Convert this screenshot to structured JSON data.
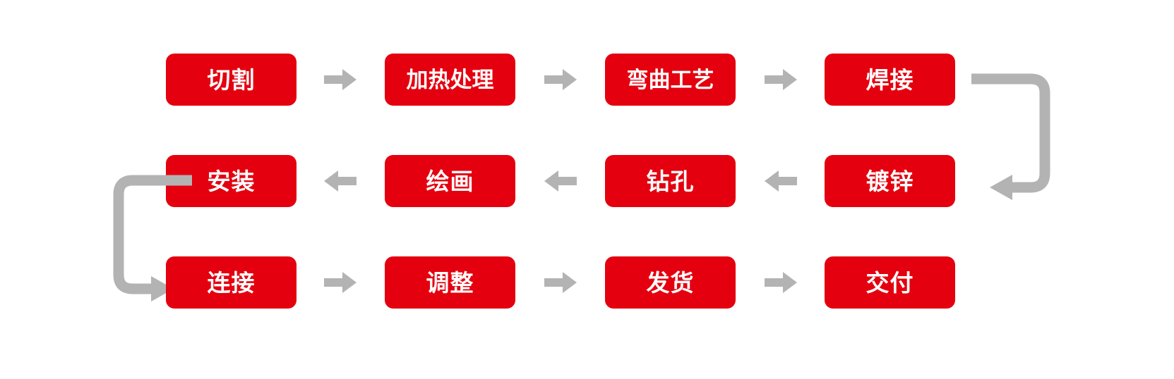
{
  "diagram": {
    "title": "",
    "colors": {
      "node_fill": "#E4000F",
      "node_text": "#FFFFFF",
      "arrow": "#B3B3B3",
      "connector": "#B3B3B3",
      "background": "#FFFFFF"
    },
    "rows": [
      {
        "direction": "left-to-right",
        "nodes": [
          {
            "label": "切割"
          },
          {
            "label": "加热处理"
          },
          {
            "label": "弯曲工艺"
          },
          {
            "label": "焊接"
          }
        ]
      },
      {
        "direction": "right-to-left",
        "nodes": [
          {
            "label": "安装"
          },
          {
            "label": "绘画"
          },
          {
            "label": "钻孔"
          },
          {
            "label": "镀锌"
          }
        ]
      },
      {
        "direction": "left-to-right",
        "nodes": [
          {
            "label": "连接"
          },
          {
            "label": "调整"
          },
          {
            "label": "发货"
          },
          {
            "label": "交付"
          }
        ]
      }
    ],
    "arrows": [
      {
        "name": "arrow-cutting-to-heating",
        "direction": "right"
      },
      {
        "name": "arrow-heating-to-bending",
        "direction": "right"
      },
      {
        "name": "arrow-bending-to-welding",
        "direction": "right"
      },
      {
        "name": "arrow-drilling-to-painting",
        "direction": "left"
      },
      {
        "name": "arrow-painting-to-installation",
        "direction": "left"
      },
      {
        "name": "arrow-galvanizing-to-drilling",
        "direction": "left"
      },
      {
        "name": "arrow-connecting-to-adjusting",
        "direction": "right"
      },
      {
        "name": "arrow-adjusting-to-shipping",
        "direction": "right"
      },
      {
        "name": "arrow-shipping-to-delivery",
        "direction": "right"
      }
    ],
    "connectors": [
      {
        "name": "connector-welding-to-galvanizing",
        "side": "right",
        "from": "焊接",
        "to": "镀锌"
      },
      {
        "name": "connector-installation-to-connecting",
        "side": "left",
        "from": "安装",
        "to": "连接"
      }
    ]
  }
}
